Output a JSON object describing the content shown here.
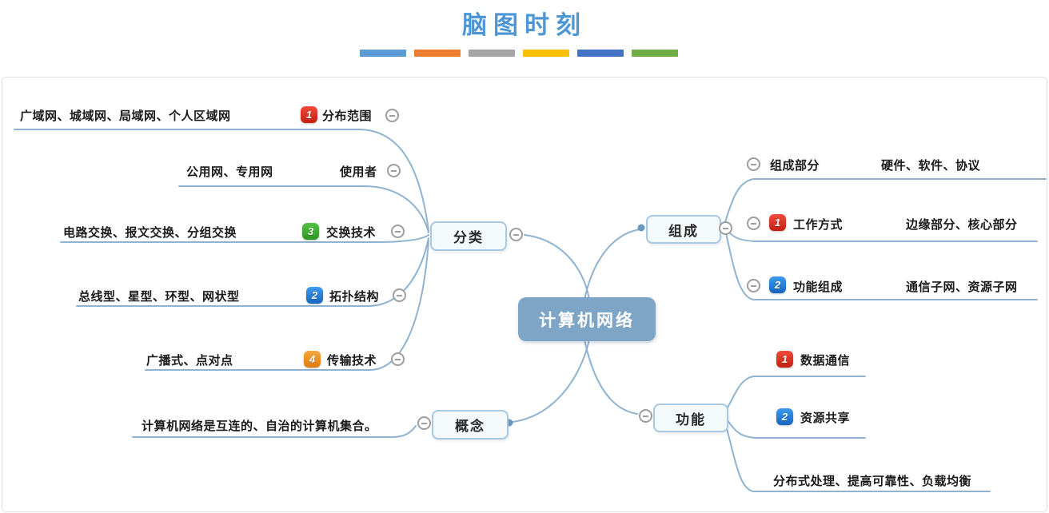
{
  "header": {
    "title": "脑图时刻",
    "title_color": "#4D96D6",
    "bar_colors": [
      "#5B9BD5",
      "#ED7D31",
      "#A5A5A5",
      "#FFC000",
      "#4472C4",
      "#70AD47"
    ]
  },
  "map": {
    "root": "计算机网络",
    "fenlei": {
      "label": "分类",
      "children": [
        {
          "badge": "1",
          "badge_color": "#D6281A",
          "label": "分布范围",
          "leaf": "广域网、城域网、局域网、个人区域网"
        },
        {
          "label": "使用者",
          "leaf": "公用网、专用网"
        },
        {
          "badge": "3",
          "badge_color": "#35A229",
          "label": "交换技术",
          "leaf": "电路交换、报文交换、分组交换"
        },
        {
          "badge": "2",
          "badge_color": "#1E78D2",
          "label": "拓扑结构",
          "leaf": "总线型、星型、环型、网状型"
        },
        {
          "badge": "4",
          "badge_color": "#EE8E1E",
          "label": "传输技术",
          "leaf": "广播式、点对点"
        }
      ]
    },
    "gainian": {
      "label": "概念",
      "leaf": "计算机网络是互连的、自治的计算机集合。"
    },
    "zucheng": {
      "label": "组成",
      "children": [
        {
          "label": "组成部分",
          "leaf": "硬件、软件、协议"
        },
        {
          "badge": "1",
          "badge_color": "#D6281A",
          "label": "工作方式",
          "leaf": "边缘部分、核心部分"
        },
        {
          "badge": "2",
          "badge_color": "#1E78D2",
          "label": "功能组成",
          "leaf": "通信子网、资源子网"
        }
      ]
    },
    "gongneng": {
      "label": "功能",
      "children": [
        {
          "badge": "1",
          "badge_color": "#D6281A",
          "label": "数据通信"
        },
        {
          "badge": "2",
          "badge_color": "#1E78D2",
          "label": "资源共享"
        },
        {
          "leaf": "分布式处理、提高可靠性、负载均衡"
        }
      ]
    }
  },
  "colors": {
    "line": "#8FB3D1",
    "root_fill": "#7EA5C6",
    "topic_border": "#A9C8E1"
  }
}
